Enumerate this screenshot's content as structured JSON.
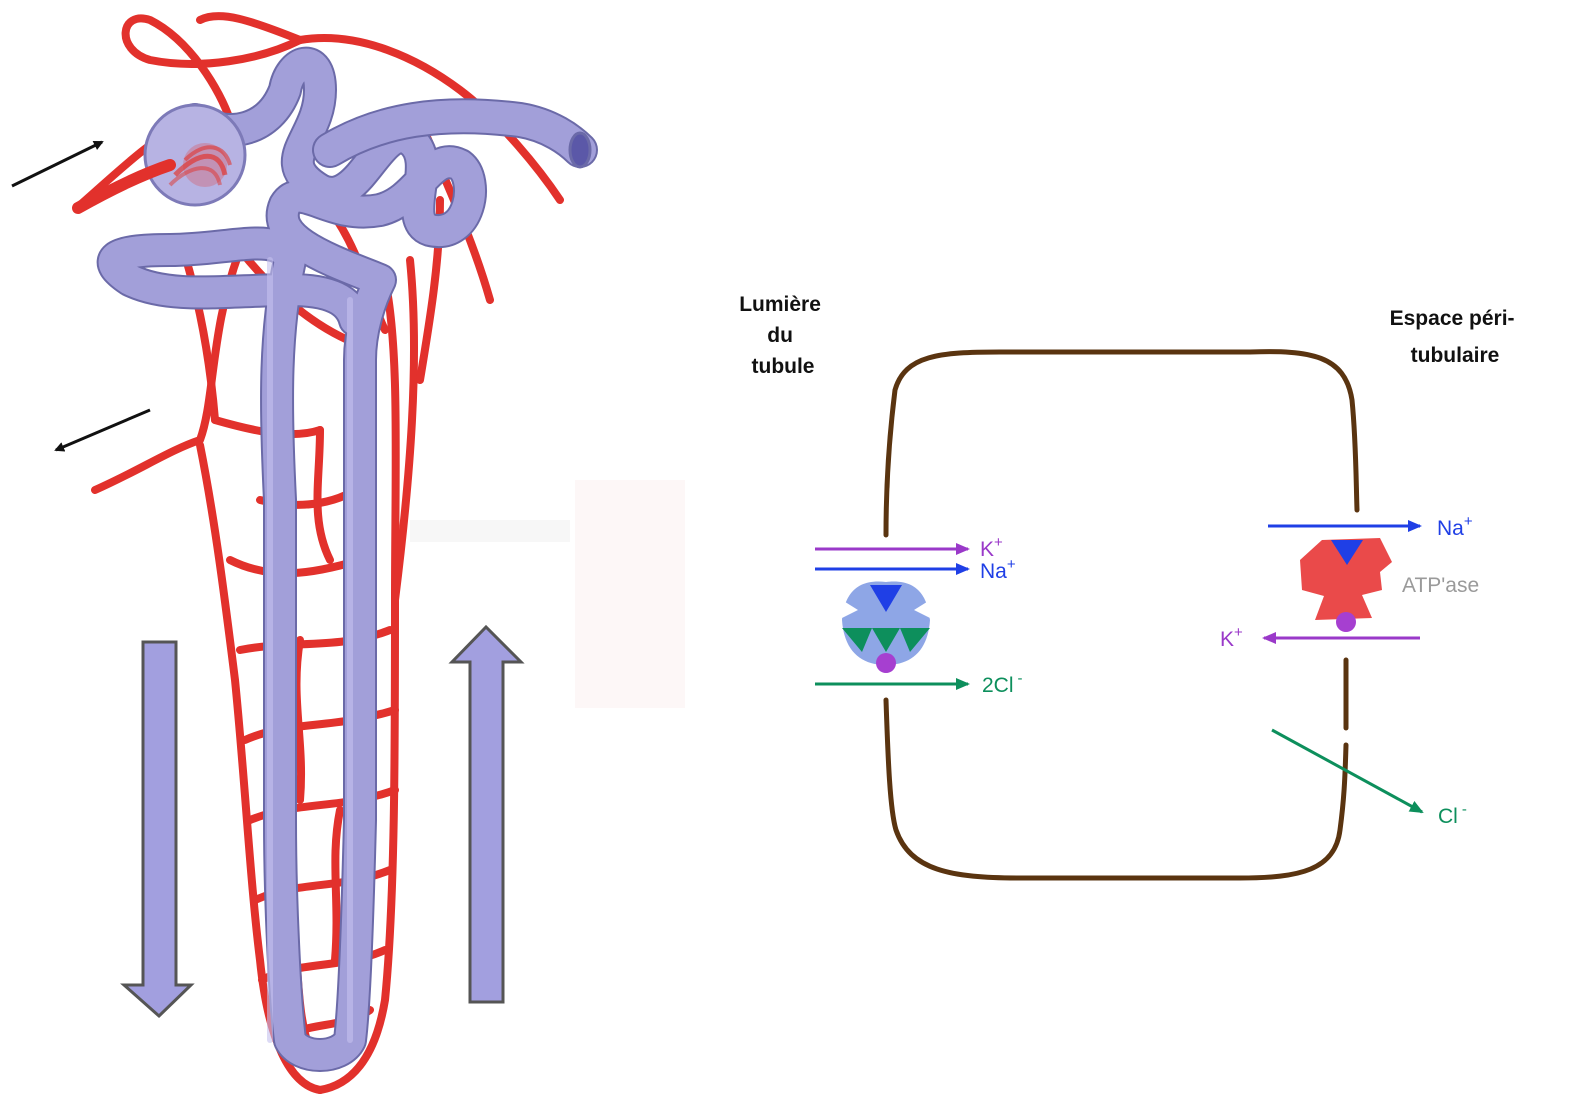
{
  "labels": {
    "lumen_line1": "Lumière",
    "lumen_line2": "du",
    "lumen_line3": "tubule",
    "peri_line1": "Espace péri-",
    "peri_line2": "tubulaire"
  },
  "luminal_ions": {
    "k": "K",
    "k_charge": "+",
    "na": "Na",
    "na_charge": "+",
    "cl": "2Cl",
    "cl_charge": "-"
  },
  "basolateral_ions": {
    "na": "Na",
    "na_charge": "+",
    "atpase": "ATP'ase",
    "k": "K",
    "k_charge": "+",
    "cl": "Cl",
    "cl_charge": "-"
  },
  "colors": {
    "vessel_red": "#e2312c",
    "tubule_purple": "#a29fd9",
    "cell_membrane_brown": "#5a3410",
    "potassium": "#9a39c9",
    "sodium": "#1f3fe6",
    "chloride": "#0d8f5c",
    "atpase_pump": "#ea4a4a",
    "cotransporter": "#8ea6e6",
    "atpase_label": "#9a9a9a"
  }
}
